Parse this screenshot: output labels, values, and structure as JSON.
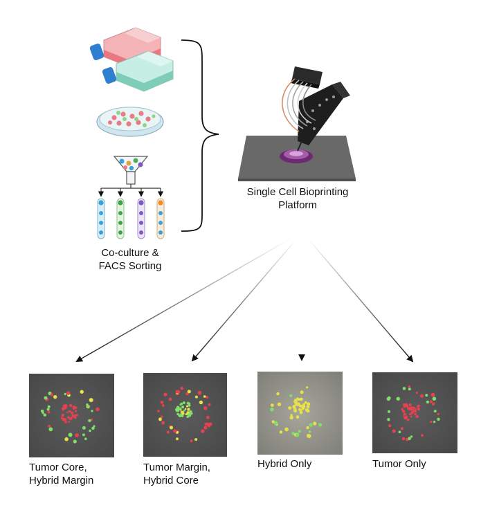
{
  "top": {
    "sorting_label_line1": "Co-culture &",
    "sorting_label_line2": "FACS Sorting",
    "platform_label_line1": "Single Cell Bioprinting",
    "platform_label_line2": "Platform"
  },
  "panels": [
    {
      "line1": "Tumor Core,",
      "line2": "Hybrid Margin"
    },
    {
      "line1": "Tumor Margin,",
      "line2": "Hybrid Core"
    },
    {
      "line1": "Hybrid Only",
      "line2": ""
    },
    {
      "line1": "Tumor Only",
      "line2": ""
    }
  ],
  "colors": {
    "tumor_cell": "#e8404f",
    "hybrid_cell": "#7ee06a",
    "overlap_cell": "#e6e04a",
    "flask_red": "#ee8a8e",
    "flask_teal": "#8fd3c4",
    "cap_blue": "#2f7fd1",
    "platform": "#6a6a6a",
    "well": "#7a2d7e"
  },
  "icons": [
    "culture-flask-icon",
    "petri-dish-icon",
    "funnel-sorter-icon",
    "test-tube-icon",
    "bioprinter-icon"
  ]
}
